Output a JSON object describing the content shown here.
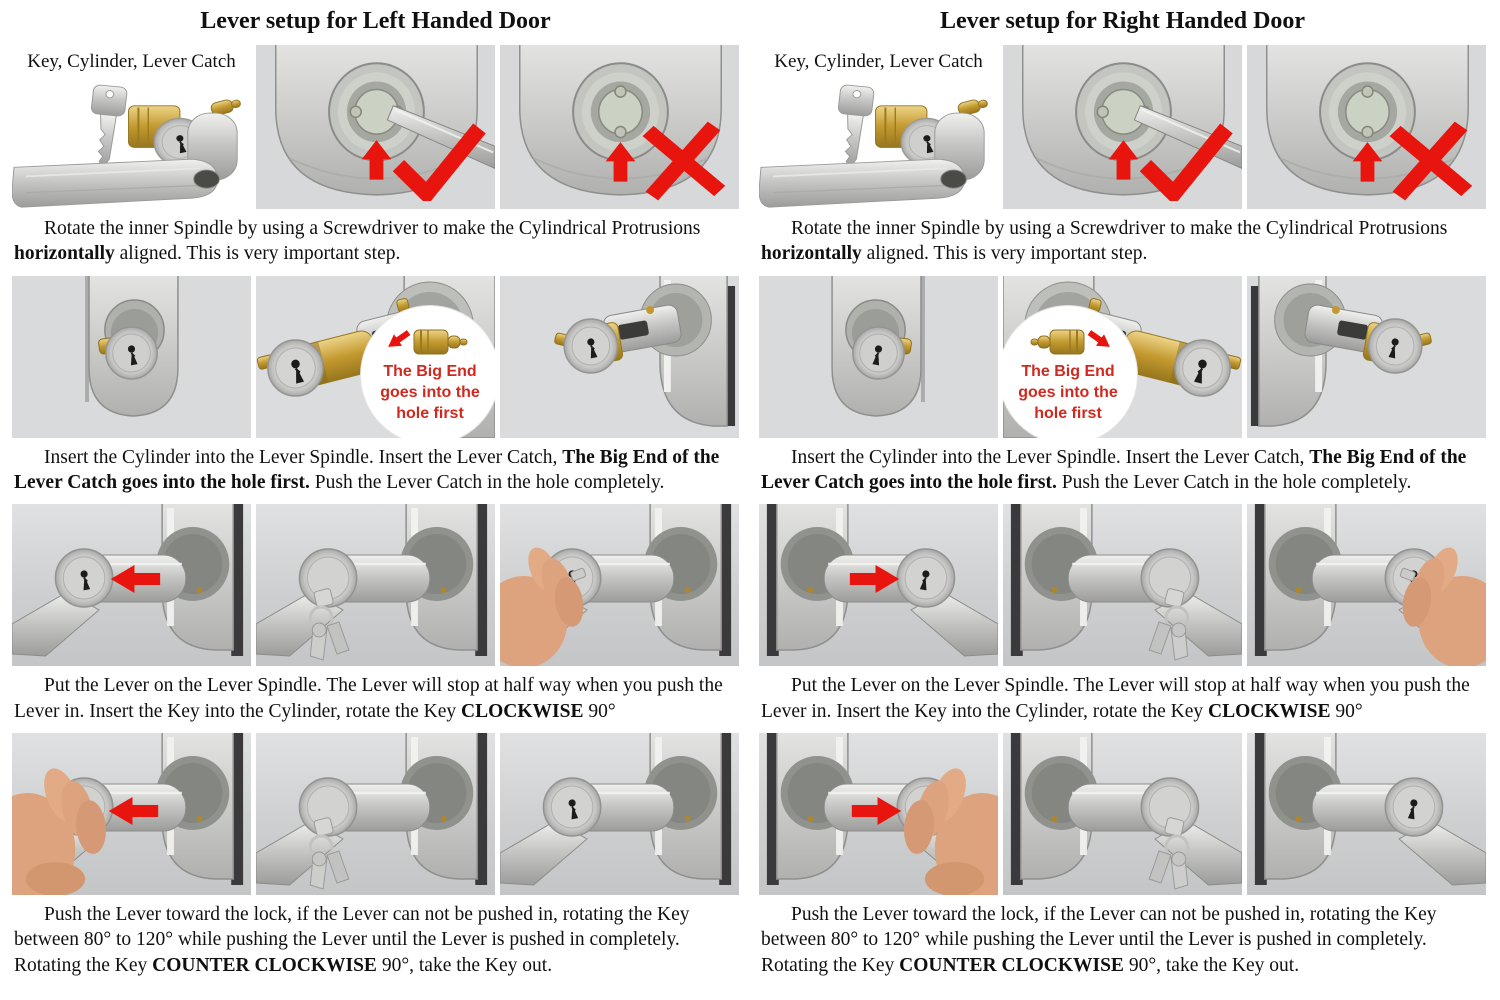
{
  "palette": {
    "accent_red": "#e8140e",
    "callout_red": "#d0291f",
    "brass": "#c3992f",
    "nickel": "#c6c6c4",
    "photo_background": "#d8dadc"
  },
  "columns": [
    {
      "title": "Lever setup for Left Handed Door",
      "parts_label": "Key, Cylinder, Lever Catch",
      "bubble": [
        "The Big End",
        "goes into the",
        "hole first"
      ],
      "steps": [
        {
          "segments": [
            {
              "t": "Rotate the inner Spindle by using a Screwdriver to make the Cylindrical Protrusions ",
              "b": false
            },
            {
              "t": "horizontally",
              "b": true
            },
            {
              "t": " aligned. This is very important step.",
              "b": false
            }
          ]
        },
        {
          "segments": [
            {
              "t": "Insert the Cylinder into the Lever Spindle. Insert the Lever Catch, ",
              "b": false
            },
            {
              "t": "The Big End of the Lever Catch goes into the hole first.",
              "b": true
            },
            {
              "t": " Push the Lever Catch in the hole completely.",
              "b": false
            }
          ]
        },
        {
          "segments": [
            {
              "t": "Put the Lever on the Lever Spindle. The Lever will stop at half way when you push the Lever in. Insert the Key into the Cylinder, rotate the Key ",
              "b": false
            },
            {
              "t": "CLOCKWISE",
              "b": true
            },
            {
              "t": " 90°",
              "b": false
            }
          ]
        },
        {
          "segments": [
            {
              "t": "Push the Lever toward the lock, if the Lever can not be pushed in, rotating the Key between 80° to 120° while pushing the Lever until the Lever is pushed in completely. Rotating the Key ",
              "b": false
            },
            {
              "t": "COUNTER CLOCKWISE",
              "b": true
            },
            {
              "t": " 90°, take the Key out.",
              "b": false
            }
          ]
        }
      ]
    },
    {
      "title": "Lever setup for Right Handed Door",
      "parts_label": "Key, Cylinder, Lever Catch",
      "bubble": [
        "The Big End",
        "goes into the",
        "hole first"
      ],
      "steps": [
        {
          "segments": [
            {
              "t": "Rotate the inner Spindle by using a Screwdriver to make the Cylindrical Protrusions ",
              "b": false
            },
            {
              "t": "horizontally",
              "b": true
            },
            {
              "t": " aligned. This is very important step.",
              "b": false
            }
          ]
        },
        {
          "segments": [
            {
              "t": "Insert the Cylinder into the Lever Spindle. Insert the Lever Catch, ",
              "b": false
            },
            {
              "t": "The Big End of the Lever Catch goes into the hole first.",
              "b": true
            },
            {
              "t": " Push the Lever Catch in the hole completely.",
              "b": false
            }
          ]
        },
        {
          "segments": [
            {
              "t": "Put the Lever on the Lever Spindle. The Lever will stop at half way when you push the Lever in. Insert the Key into the Cylinder, rotate the Key ",
              "b": false
            },
            {
              "t": "CLOCKWISE",
              "b": true
            },
            {
              "t": " 90°",
              "b": false
            }
          ]
        },
        {
          "segments": [
            {
              "t": "Push the Lever toward the lock, if the Lever can not be pushed in, rotating the Key between 80° to 120° while pushing the Lever until the Lever is pushed in completely. Rotating the Key ",
              "b": false
            },
            {
              "t": "COUNTER CLOCKWISE",
              "b": true
            },
            {
              "t": " 90°, take the Key out.",
              "b": false
            }
          ]
        }
      ]
    }
  ]
}
